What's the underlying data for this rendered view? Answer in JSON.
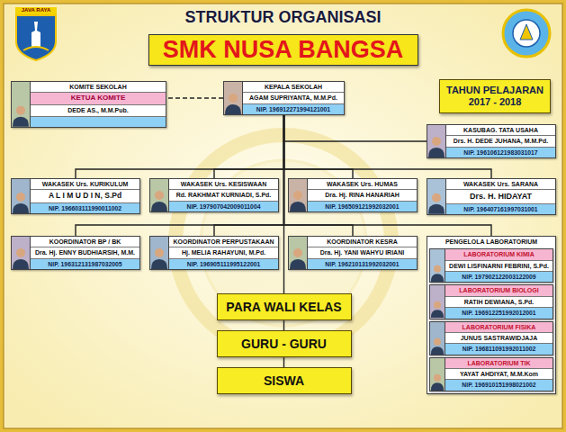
{
  "diagram": {
    "title": "STRUKTUR ORGANISASI",
    "nodes": [
      {
        "text": [
          "SMK NUSA BANGSA"
        ]
      },
      {
        "text": [
          "KOMITE SEKOLAH",
          "KETUA KOMITE",
          "DEDE AS., M.M.Pub."
        ]
      },
      {
        "text": [
          "KEPALA SEKOLAH",
          "AGAM SUPRIYANTA, M.M.Pd.",
          "NIP. 196912271994121001"
        ]
      },
      {
        "text": [
          "TAHUN PELAJARAN 2017 - 2018"
        ]
      },
      {
        "text": [
          "KASUBAG. TATA USAHA",
          "Drs. H. DEDE JUHANA, M.M.Pd.",
          "NIP. 196106121983031017"
        ]
      },
      {
        "text": [
          "WAKASEK Urs. KURIKULUM",
          "A L I M U D I N, S.Pd",
          "NIP. 196603111990011002"
        ]
      },
      {
        "text": [
          "WAKASEK Urs. KESISWAAN",
          "Rd. RAKHMAT KURNIADI, S.Pd.",
          "NIP. 197907042009011004"
        ]
      },
      {
        "text": [
          "WAKASEK Urs. HUMAS",
          "Dra. Hj. RINA HANARIAH",
          "NIP. 196509121992032001"
        ]
      },
      {
        "text": [
          "WAKASEK Urs. SARANA",
          "Drs. H. HIDAYAT",
          "NIP. 196407161997031001"
        ]
      },
      {
        "text": [
          "KOORDINATOR BP / BK",
          "Dra. Hj. ENNY BUDHIARSIH, M.M.",
          "NIP. 196312131987032005"
        ]
      },
      {
        "text": [
          "KOORDINATOR PERPUSTAKAAN",
          "Hj. MELIA RAHAYUNI, M.Pd.",
          "NIP. 196905111995122001"
        ]
      },
      {
        "text": [
          "KOORDINATOR KESRA",
          "Dra. Hj. YANI WAHYU IRIANI",
          "NIP. 196210131992032001"
        ]
      },
      {
        "text": [
          "PENGELOLA LABORATORIUM"
        ]
      },
      {
        "text": [
          "LABORATORIUM KIMIA",
          "DEWI LISFINARNI FEBRINI, S.Pd.",
          "NIP. 197902122003122009"
        ],
        "in": 12
      },
      {
        "text": [
          "LABORATORIUM BIOLOGI",
          "RATIH DEWIANA, S.Pd.",
          "NIP. 196912251992012001"
        ],
        "in": 12
      },
      {
        "text": [
          "LABORATORIUM FISIKA",
          "JUNUS SASTRAWIDJAJA",
          "NIP. 196811091992011002"
        ],
        "in": 12
      },
      {
        "text": [
          "LABORATORIUM TIK",
          "YAYAT AHDIYAT, M.M.Kom",
          "NIP. 196910151998021002"
        ],
        "in": 12
      },
      {
        "text": [
          "PARA WALI KELAS"
        ]
      },
      {
        "text": [
          "GURU - GURU"
        ]
      },
      {
        "text": [
          "SISWA"
        ]
      }
    ],
    "edges": [
      {
        "from": 2,
        "to": 1,
        "arrow": "none"
      },
      {
        "from": 2,
        "to": 4,
        "arrow": "none"
      },
      {
        "from": 2,
        "to": 5,
        "arrow": "none"
      },
      {
        "from": 2,
        "to": 6,
        "arrow": "none"
      },
      {
        "from": 2,
        "to": 7,
        "arrow": "none"
      },
      {
        "from": 2,
        "to": 8,
        "arrow": "none"
      },
      {
        "from": 2,
        "to": 9,
        "arrow": "none"
      },
      {
        "from": 2,
        "to": 10,
        "arrow": "none"
      },
      {
        "from": 2,
        "to": 11,
        "arrow": "none"
      },
      {
        "from": 2,
        "to": 12,
        "arrow": "none"
      },
      {
        "from": 2,
        "to": 17,
        "arrow": "none"
      },
      {
        "from": 17,
        "to": 18,
        "arrow": "none"
      },
      {
        "from": 18,
        "to": 19,
        "arrow": "none"
      }
    ],
    "labels": [
      "JAVA RAYA"
    ]
  }
}
